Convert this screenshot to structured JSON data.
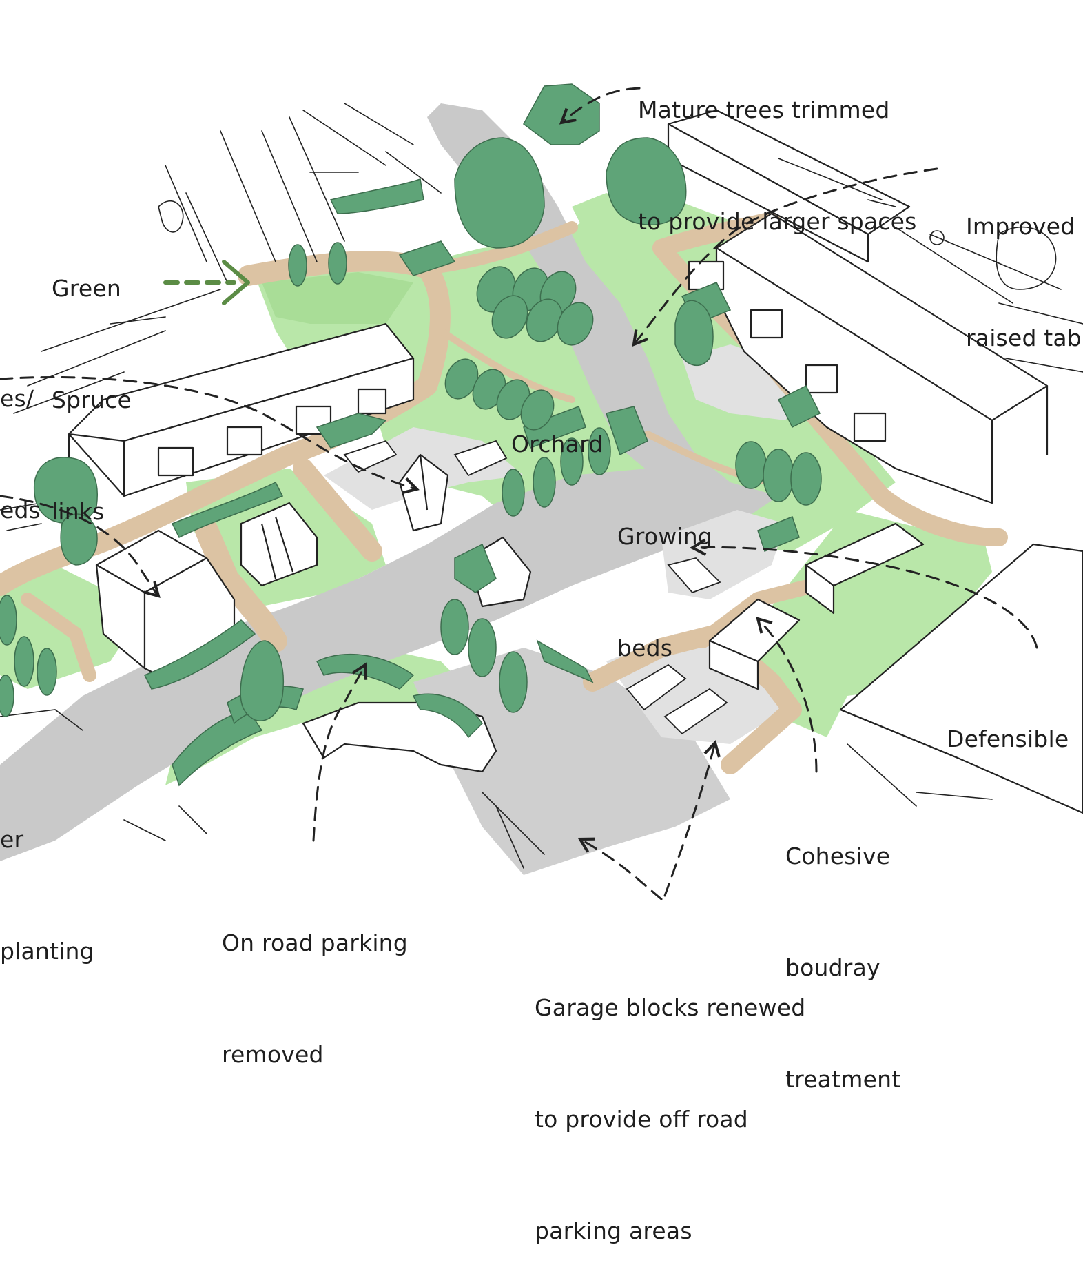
{
  "annotations": {
    "mature_trees": {
      "lines": [
        "Mature trees trimmed",
        "to provide larger spaces"
      ]
    },
    "improved": {
      "lines": [
        "Improved",
        "raised tab"
      ]
    },
    "green_spruce": {
      "lines": [
        "Green",
        "Spruce",
        "links"
      ]
    },
    "cut_left_top": {
      "lines": [
        "es/",
        "eds"
      ]
    },
    "orchard": {
      "lines": [
        "Orchard"
      ]
    },
    "growing_beds": {
      "lines": [
        "Growing",
        "beds"
      ]
    },
    "defensible": {
      "lines": [
        "Defensible"
      ]
    },
    "cohesive": {
      "lines": [
        "Cohesive",
        "boudray",
        "treatment"
      ]
    },
    "cut_left_bottom": {
      "lines": [
        "er",
        "planting"
      ]
    },
    "on_road": {
      "lines": [
        "On road parking",
        "removed"
      ]
    },
    "garage": {
      "lines": [
        "Garage blocks renewed",
        "to provide off road",
        "parking areas"
      ]
    }
  },
  "colors": {
    "grass": "#b9e7a9",
    "grass_dark": "#a9dd97",
    "tree": "#5fa478",
    "tree_dark": "#4a8d63",
    "road": "#c9c9c9",
    "road_light": "#e1e1e1",
    "path": "#dcc3a3",
    "ink": "#222222",
    "arrow_green": "#5b8c45"
  }
}
